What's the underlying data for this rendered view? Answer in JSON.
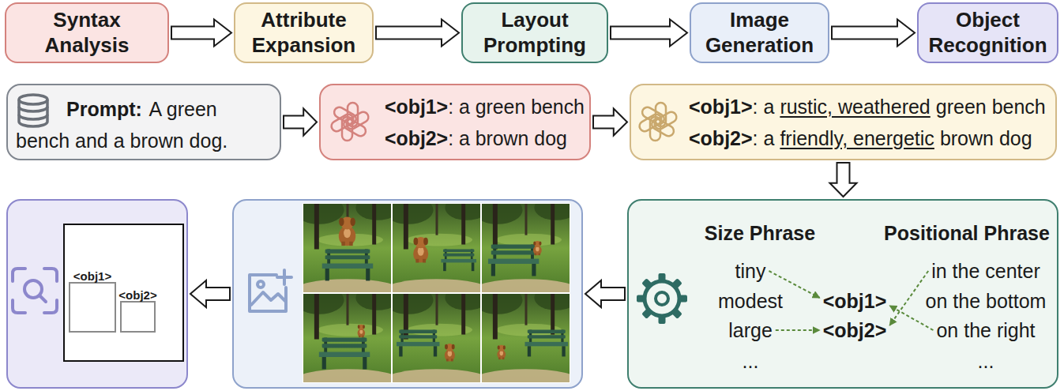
{
  "diagram": {
    "nodes": [
      {
        "text": [
          "Syntax Analysis"
        ]
      },
      {
        "text": [
          "Attribute Expansion"
        ]
      },
      {
        "text": [
          "Layout Prompting"
        ]
      },
      {
        "text": [
          "Image Generation"
        ]
      },
      {
        "text": [
          "Object Recognition"
        ]
      },
      {
        "text": [
          "Prompt:",
          "A green bench and a brown dog."
        ]
      },
      {
        "text": [
          "<obj1>",
          ": a green bench",
          "<obj2>",
          ": a brown dog"
        ]
      },
      {
        "text": [
          "<obj1>",
          ": a",
          "rustic, weathered",
          "green bench",
          "<obj2>",
          ": a",
          "friendly, energetic",
          "brown dog"
        ]
      },
      {
        "text": []
      },
      {
        "text": [],
        "in": 8
      },
      {
        "text": [
          "<obj1>"
        ],
        "in": 9
      },
      {
        "text": [
          "<obj2>"
        ],
        "in": 9
      },
      {
        "text": []
      },
      {
        "text": [
          "Size Phrase",
          "Positional Phrase",
          "tiny",
          "in the center",
          "modest",
          "<obj1>",
          "on the bottom",
          "large",
          "<obj2>",
          "on the right",
          "...",
          "..."
        ]
      }
    ],
    "edges": [
      {
        "from": 0,
        "to": 1,
        "arrow": "to"
      },
      {
        "from": 1,
        "to": 2,
        "arrow": "to"
      },
      {
        "from": 2,
        "to": 3,
        "arrow": "to"
      },
      {
        "from": 3,
        "to": 4,
        "arrow": "to"
      },
      {
        "from": 5,
        "to": 6,
        "arrow": "to"
      },
      {
        "from": 6,
        "to": 7,
        "arrow": "to"
      },
      {
        "from": 7,
        "to": 13,
        "arrow": "to"
      },
      {
        "from": 13,
        "to": 12,
        "arrow": "to"
      },
      {
        "from": 12,
        "to": 8,
        "arrow": "to"
      }
    ]
  }
}
